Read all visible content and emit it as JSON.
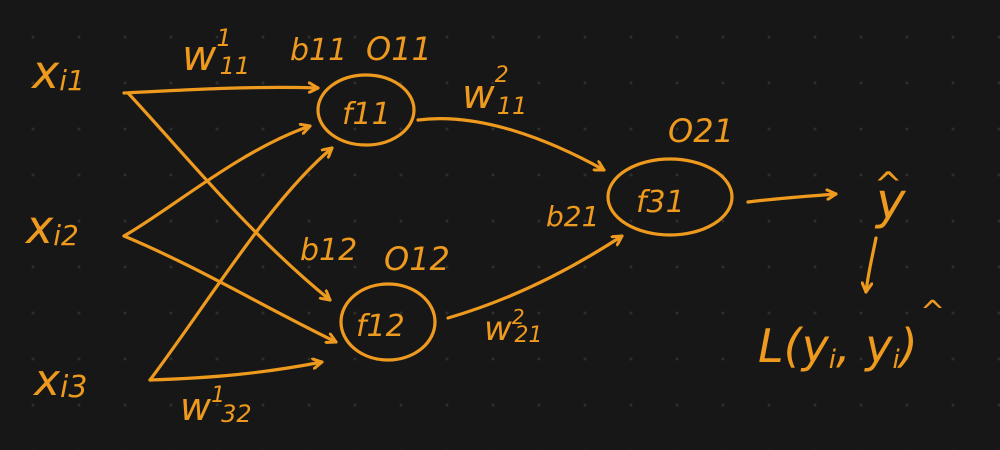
{
  "inputs": [
    {
      "base": "x",
      "sub": "i1"
    },
    {
      "base": "x",
      "sub": "i2"
    },
    {
      "base": "x",
      "sub": "i3"
    }
  ],
  "hidden_nodes": [
    {
      "label": "f11",
      "bias": "b11",
      "output": "O11"
    },
    {
      "label": "f12",
      "bias": "b12",
      "output": "O12"
    }
  ],
  "output_node": {
    "label": "f31",
    "bias": "b21",
    "output": "O21"
  },
  "weights": {
    "w1_11": {
      "base": "w",
      "sup": "1",
      "sub": "11"
    },
    "w1_32": {
      "base": "w",
      "sup": "1",
      "sub": "32"
    },
    "w2_11": {
      "base": "w",
      "sup": "2",
      "sub": "11"
    },
    "w2_21": {
      "base": "w",
      "sup": "2",
      "sub": "21"
    }
  },
  "prediction": {
    "base": "y",
    "hat": "^"
  },
  "loss": {
    "text": "L(y",
    "sub": "i",
    "mid": ", ",
    "hat_base": "y",
    "hat_sub": "i",
    "hat": "^",
    "close": ")"
  },
  "colors": {
    "ink": "#ee9a1e",
    "background": "#171717",
    "grid_dot": "#2e2e2e"
  }
}
